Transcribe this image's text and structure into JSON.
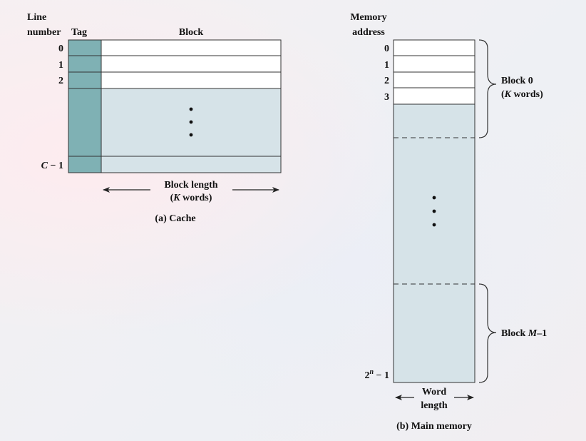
{
  "cache": {
    "header_line": "Line",
    "header_number": "number",
    "header_tag": "Tag",
    "header_block": "Block",
    "line_numbers": [
      "0",
      "1",
      "2"
    ],
    "last_line_c": "C",
    "last_line_minus": " − 1",
    "length_line1": "Block length",
    "length_paren_open": "(",
    "length_k": "K",
    "length_words": " words)",
    "caption": "(a) Cache"
  },
  "memory": {
    "header_line1": "Memory",
    "header_line2": "address",
    "addresses": [
      "0",
      "1",
      "2",
      "3"
    ],
    "last_address_base": "2",
    "last_address_exp": "n",
    "last_address_minus": " − 1",
    "block0_label": "Block 0",
    "block0_paren_open": "(",
    "block0_k": "K",
    "block0_words": " words)",
    "blockm_prefix": "Block ",
    "blockm_m": "M",
    "blockm_suffix": "–1",
    "word_length_line1": "Word",
    "word_length_line2": "length",
    "caption": "(b) Main memory"
  },
  "colors": {
    "tag_fill": "#7fb1b4",
    "block_fill": "#d6e3e8",
    "cell_fill": "#ffffff",
    "line_color": "#333333"
  }
}
